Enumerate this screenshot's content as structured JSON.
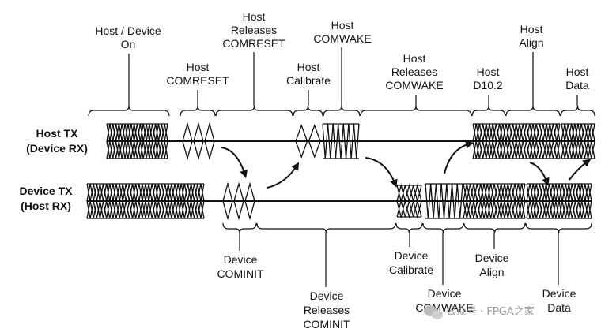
{
  "lanes": {
    "host_tx": [
      "Host TX",
      "(Device RX)"
    ],
    "device_tx": [
      "Device TX",
      "(Host RX)"
    ]
  },
  "top_labels": [
    {
      "id": "host-device-on",
      "lines": [
        "Host / Device",
        "On"
      ]
    },
    {
      "id": "host-comreset",
      "lines": [
        "Host",
        "COMRESET"
      ]
    },
    {
      "id": "host-releases-comreset",
      "lines": [
        "Host",
        "Releases",
        "COMRESET"
      ]
    },
    {
      "id": "host-calibrate",
      "lines": [
        "Host",
        "Calibrate"
      ]
    },
    {
      "id": "host-comwake",
      "lines": [
        "Host",
        "COMWAKE"
      ]
    },
    {
      "id": "host-releases-comwake",
      "lines": [
        "Host",
        "Releases",
        "COMWAKE"
      ]
    },
    {
      "id": "host-d10-2",
      "lines": [
        "Host",
        "D10.2"
      ]
    },
    {
      "id": "host-align",
      "lines": [
        "Host",
        "Align"
      ]
    },
    {
      "id": "host-data",
      "lines": [
        "Host",
        "Data"
      ]
    }
  ],
  "bottom_labels": [
    {
      "id": "device-cominit",
      "lines": [
        "Device",
        "COMINIT"
      ]
    },
    {
      "id": "device-releases-cominit",
      "lines": [
        "Device",
        "Releases",
        "COMINIT"
      ]
    },
    {
      "id": "device-calibrate",
      "lines": [
        "Device",
        "Calibrate"
      ]
    },
    {
      "id": "device-comwake",
      "lines": [
        "Device",
        "COMWAKE"
      ]
    },
    {
      "id": "device-align",
      "lines": [
        "Device",
        "Align"
      ]
    },
    {
      "id": "device-data",
      "lines": [
        "Device",
        "Data"
      ]
    }
  ],
  "watermark": "公众号 · FPGA之家",
  "icons": [
    "arrow-icon",
    "wechat-icon"
  ],
  "colors": {
    "ink": "#111111",
    "watermark": "#9a9a9a"
  }
}
